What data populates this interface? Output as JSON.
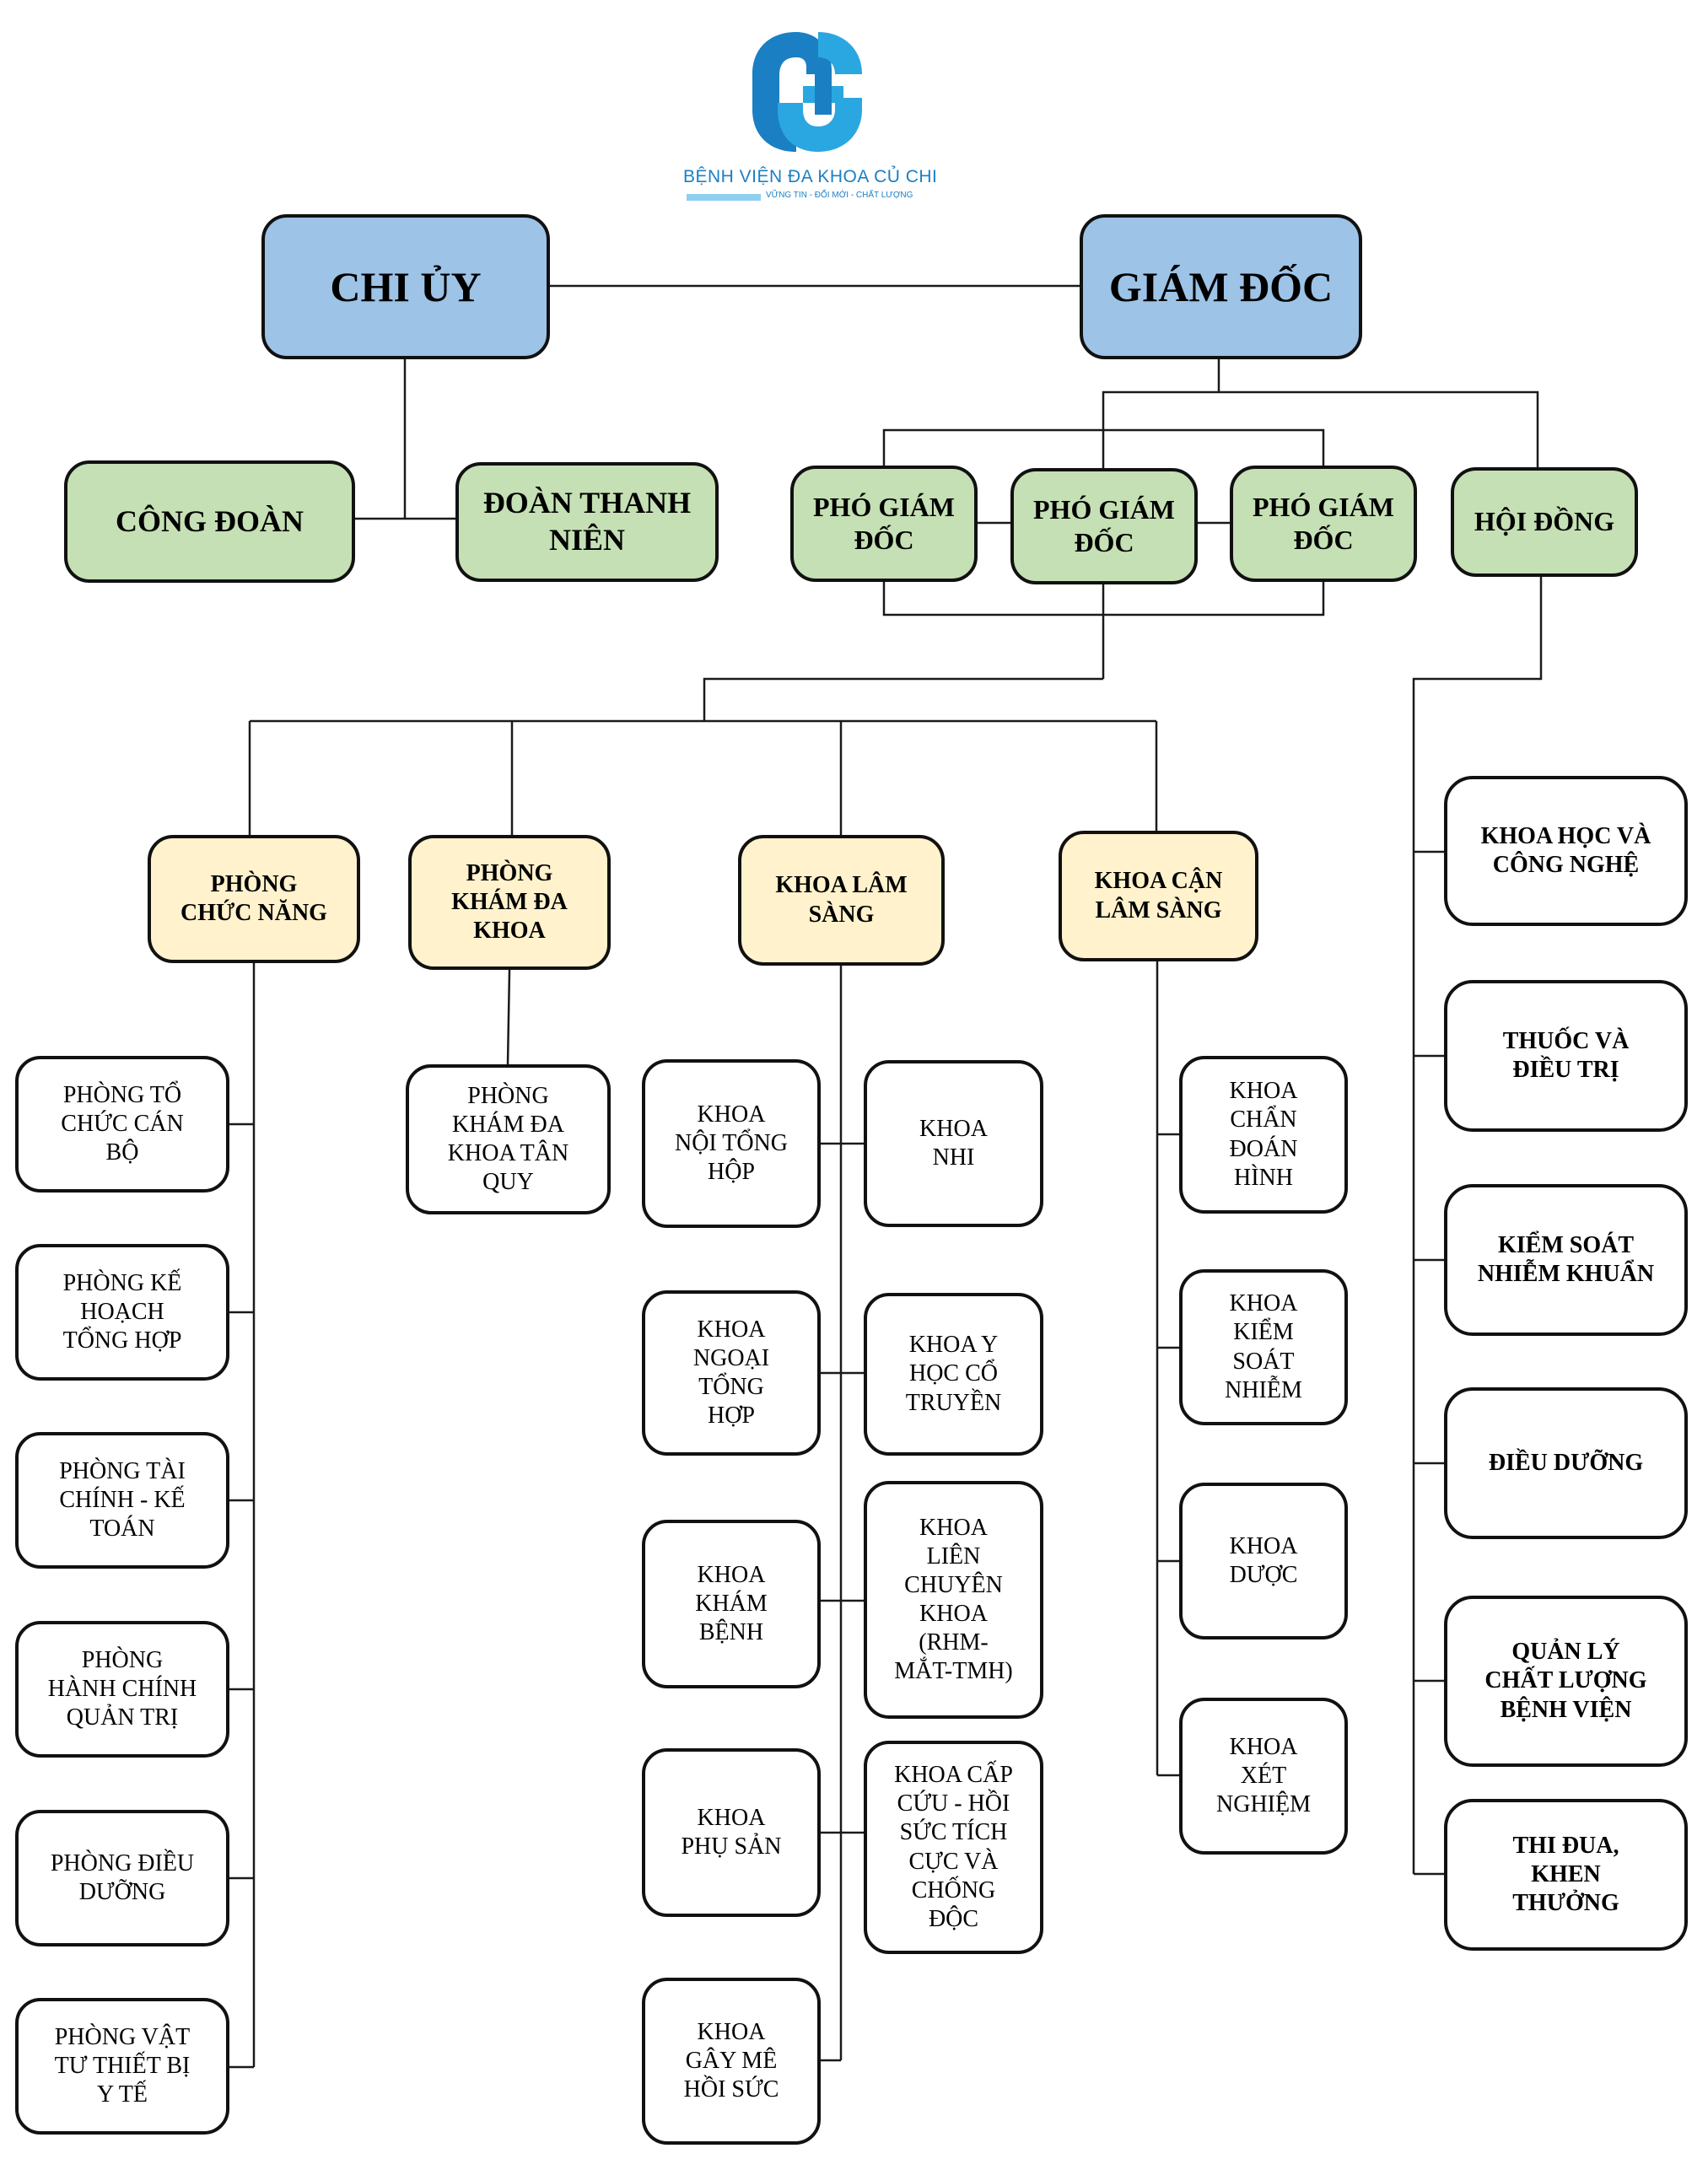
{
  "logo": {
    "icon": "hospital-cc-cross-logo",
    "name": "BỆNH VIỆN ĐA KHOA CỦ CHI",
    "slogan": "VỮNG TIN - ĐỔI MỚI - CHẤT LƯỢNG",
    "colors": {
      "dark_blue": "#1b7fc4",
      "light_blue": "#2aa7e0",
      "bar": "#8fd0f0"
    }
  },
  "colors": {
    "leadership_fill": "#9dc3e6",
    "deputy_fill": "#c5e0b4",
    "division_fill": "#fff2cc",
    "unit_fill": "#ffffff",
    "border": "#111111"
  },
  "leadership": {
    "party_committee": "CHI ỦY",
    "director": "GIÁM ĐỐC"
  },
  "mass_organizations": {
    "trade_union": "CÔNG ĐOÀN",
    "youth_union": "ĐOÀN THANH\nNIÊN"
  },
  "deputy_directors": [
    "PHÓ GIÁM\nĐỐC",
    "PHÓ GIÁM\nĐỐC",
    "PHÓ GIÁM\nĐỐC"
  ],
  "council": "HỘI ĐỒNG",
  "divisions": [
    {
      "title": "PHÒNG\nCHỨC NĂNG",
      "units": [
        "PHÒNG TỔ\nCHỨC CÁN\nBỘ",
        "PHÒNG KẾ\nHOẠCH\nTỔNG HỢP",
        "PHÒNG TÀI\nCHÍNH - KẾ\nTOÁN",
        "PHÒNG\nHÀNH CHÍNH\nQUẢN TRỊ",
        "PHÒNG ĐIỀU\nDƯỠNG",
        "PHÒNG VẬT\nTƯ THIẾT BỊ\nY TẾ"
      ]
    },
    {
      "title": "PHÒNG\nKHÁM ĐA\nKHOA",
      "units": [
        "PHÒNG\nKHÁM ĐA\nKHOA TÂN\nQUY"
      ]
    },
    {
      "title": "KHOA LÂM\nSÀNG",
      "units": [
        "KHOA\nNỘI TỔNG\nHỘP",
        "KHOA\nNHI",
        "KHOA\nNGOẠI\nTỔNG\nHỢP",
        "KHOA Y\nHỌC CỔ\nTRUYỀN",
        "KHOA\nKHÁM\nBỆNH",
        "KHOA\nLIÊN\nCHUYÊN\nKHOA\n(RHM-\nMẮT-TMH)",
        "KHOA\nPHỤ SẢN",
        "KHOA CẤP\nCỨU - HỒI\nSỨC TÍCH\nCỰC VÀ\nCHỐNG\nĐỘC",
        "KHOA\nGÂY MÊ\nHỒI SỨC"
      ]
    },
    {
      "title": "KHOA CẬN\nLÂM SÀNG",
      "units": [
        "KHOA\nCHẨN\nĐOÁN\nHÌNH",
        "KHOA\nKIỂM\nSOÁT\nNHIỄM",
        "KHOA\nDƯỢC",
        "KHOA\nXÉT\nNGHIỆM"
      ]
    }
  ],
  "council_members": [
    "KHOA HỌC VÀ\nCÔNG NGHỆ",
    "THUỐC VÀ\nĐIỀU TRỊ",
    "KIỂM SOÁT\nNHIỄM KHUẨN",
    "ĐIỀU DƯỠNG",
    "QUẢN LÝ\nCHẤT LƯỢNG\nBỆNH VIỆN",
    "THI ĐUA,\nKHEN\nTHƯỞNG"
  ]
}
